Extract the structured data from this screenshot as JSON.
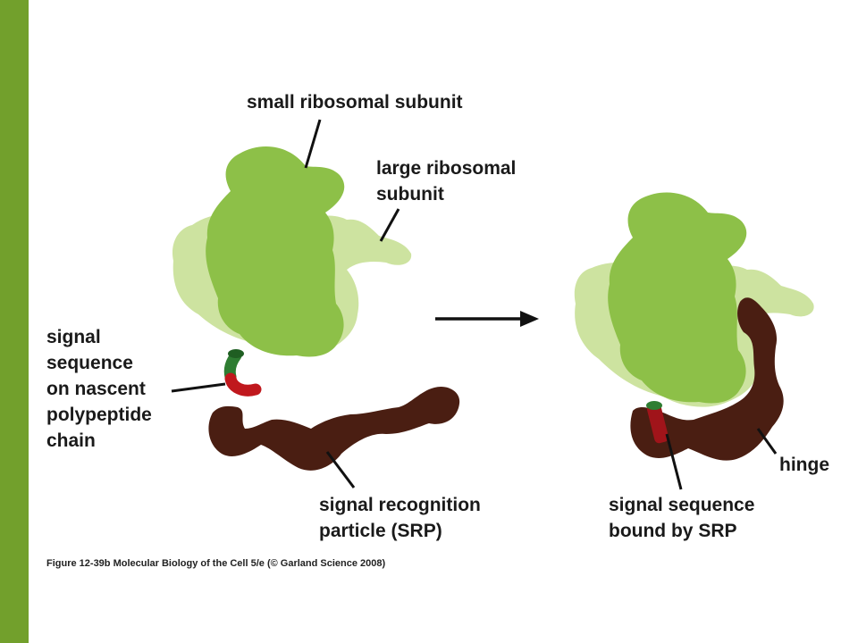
{
  "labels": {
    "small_subunit": "small ribosomal subunit",
    "large_subunit_line1": "large ribosomal",
    "large_subunit_line2": "subunit",
    "signal_seq_line1": "signal",
    "signal_seq_line2": "sequence",
    "signal_seq_line3": "on nascent",
    "signal_seq_line4": "polypeptide",
    "signal_seq_line5": "chain",
    "srp_line1": "signal recognition",
    "srp_line2": "particle (SRP)",
    "hinge": "hinge",
    "bound_line1": "signal sequence",
    "bound_line2": "bound by SRP"
  },
  "caption": "Figure 12-39b  Molecular Biology of the Cell 5/e (© Garland Science 2008)",
  "colors": {
    "sidebar": "#72a02c",
    "small_subunit": "#8dc048",
    "large_subunit": "#cde3a0",
    "srp": "#4a1e12",
    "signal_red": "#c0181d",
    "signal_green": "#2e7d32"
  }
}
